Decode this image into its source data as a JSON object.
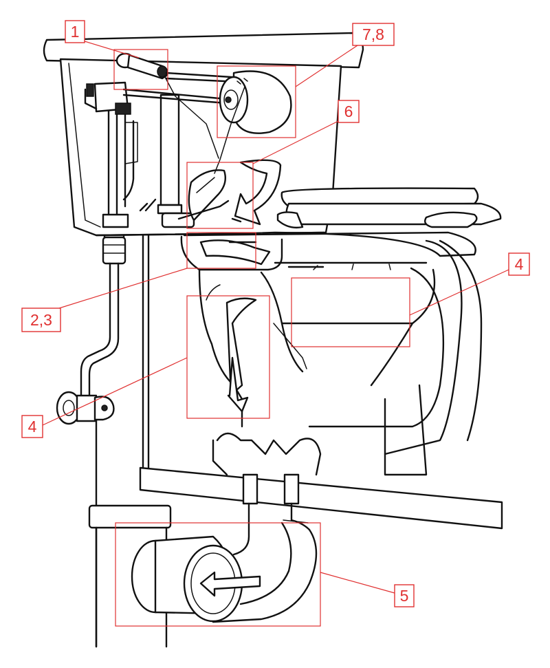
{
  "diagram": {
    "colors": {
      "outline": "#111111",
      "callout": "#e03030",
      "background": "#ffffff"
    },
    "callouts": [
      {
        "id": "c1",
        "label": "1"
      },
      {
        "id": "c78",
        "label": "7,8"
      },
      {
        "id": "c6",
        "label": "6"
      },
      {
        "id": "c23",
        "label": "2,3"
      },
      {
        "id": "c4r",
        "label": "4"
      },
      {
        "id": "c4l",
        "label": "4"
      },
      {
        "id": "c5",
        "label": "5"
      }
    ]
  }
}
